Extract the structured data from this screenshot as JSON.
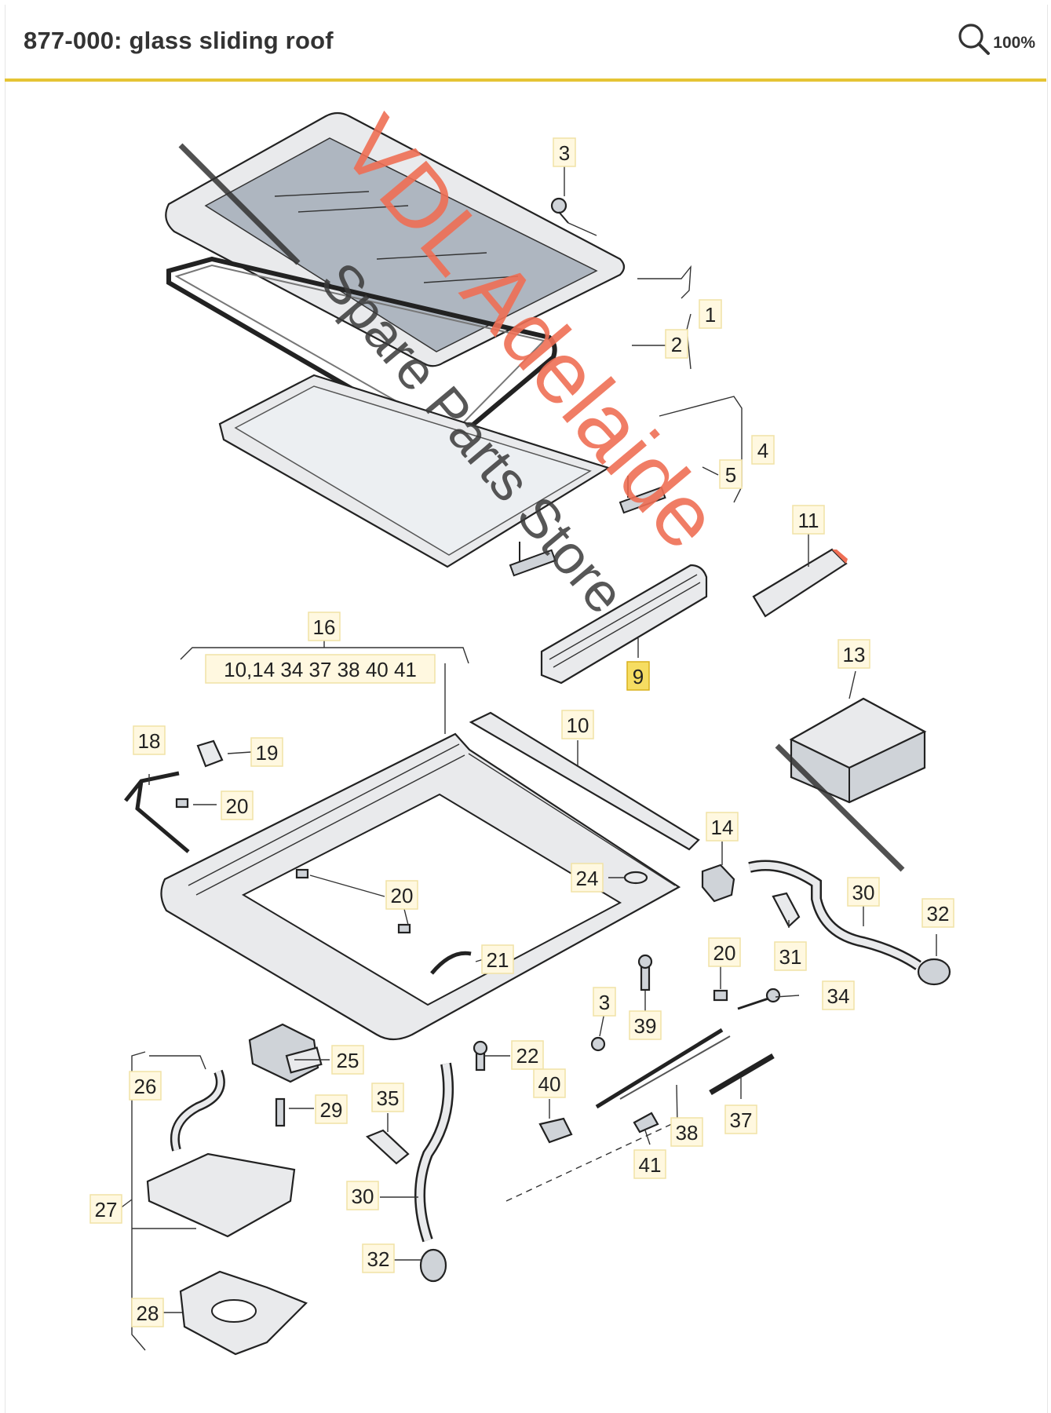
{
  "header": {
    "title": "877-000: glass sliding roof",
    "zoom_level": "100%"
  },
  "colors": {
    "accent_rule": "#e5c434",
    "callout_highlight": "#f6dd62",
    "watermark_orange": "#ef6f55"
  },
  "watermark": {
    "line1": "VDL Adelaide",
    "line2": "Spare Parts Store"
  },
  "callouts": {
    "c1": "1",
    "c2": "2",
    "c3a": "3",
    "c4": "4",
    "c5": "5",
    "c9": "9",
    "c10": "10",
    "c11": "11",
    "c13": "13",
    "c14": "14",
    "c16": "16",
    "c16_contents": "10,14 34 37 38 40 41",
    "c18": "18",
    "c19": "19",
    "c20a": "20",
    "c20b": "20",
    "c20c": "20",
    "c21": "21",
    "c22": "22",
    "c24": "24",
    "c25": "25",
    "c26": "26",
    "c27": "27",
    "c28": "28",
    "c29": "29",
    "c30a": "30",
    "c30b": "30",
    "c31": "31",
    "c32a": "32",
    "c32b": "32",
    "c34": "34",
    "c35": "35",
    "c37": "37",
    "c38": "38",
    "c39": "39",
    "c3b": "3",
    "c40": "40",
    "c41": "41"
  },
  "selected_callout": "9"
}
